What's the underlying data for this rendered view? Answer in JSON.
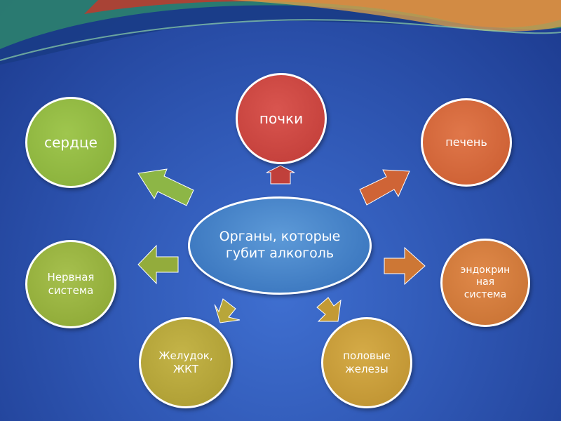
{
  "center": {
    "label": "Органы, которые губит алкоголь"
  },
  "nodes": {
    "pochki": "почки",
    "serdce": "сердце",
    "pechen": "печень",
    "nervnaya": "Нервная система",
    "endokrin": "эндокрин ная система",
    "zheludok": "Желудок, ЖКТ",
    "polovye": "половые железы"
  },
  "colors": {
    "background": "#2f57b4",
    "center": "#3f7bc2",
    "pochki": "#bf3b36",
    "serdce": "#86ad38",
    "pechen": "#c95b2f",
    "nervnaya": "#8aa532",
    "endokrin": "#c56f30",
    "zheludok": "#a9992f",
    "polovye": "#bb8f2e"
  }
}
